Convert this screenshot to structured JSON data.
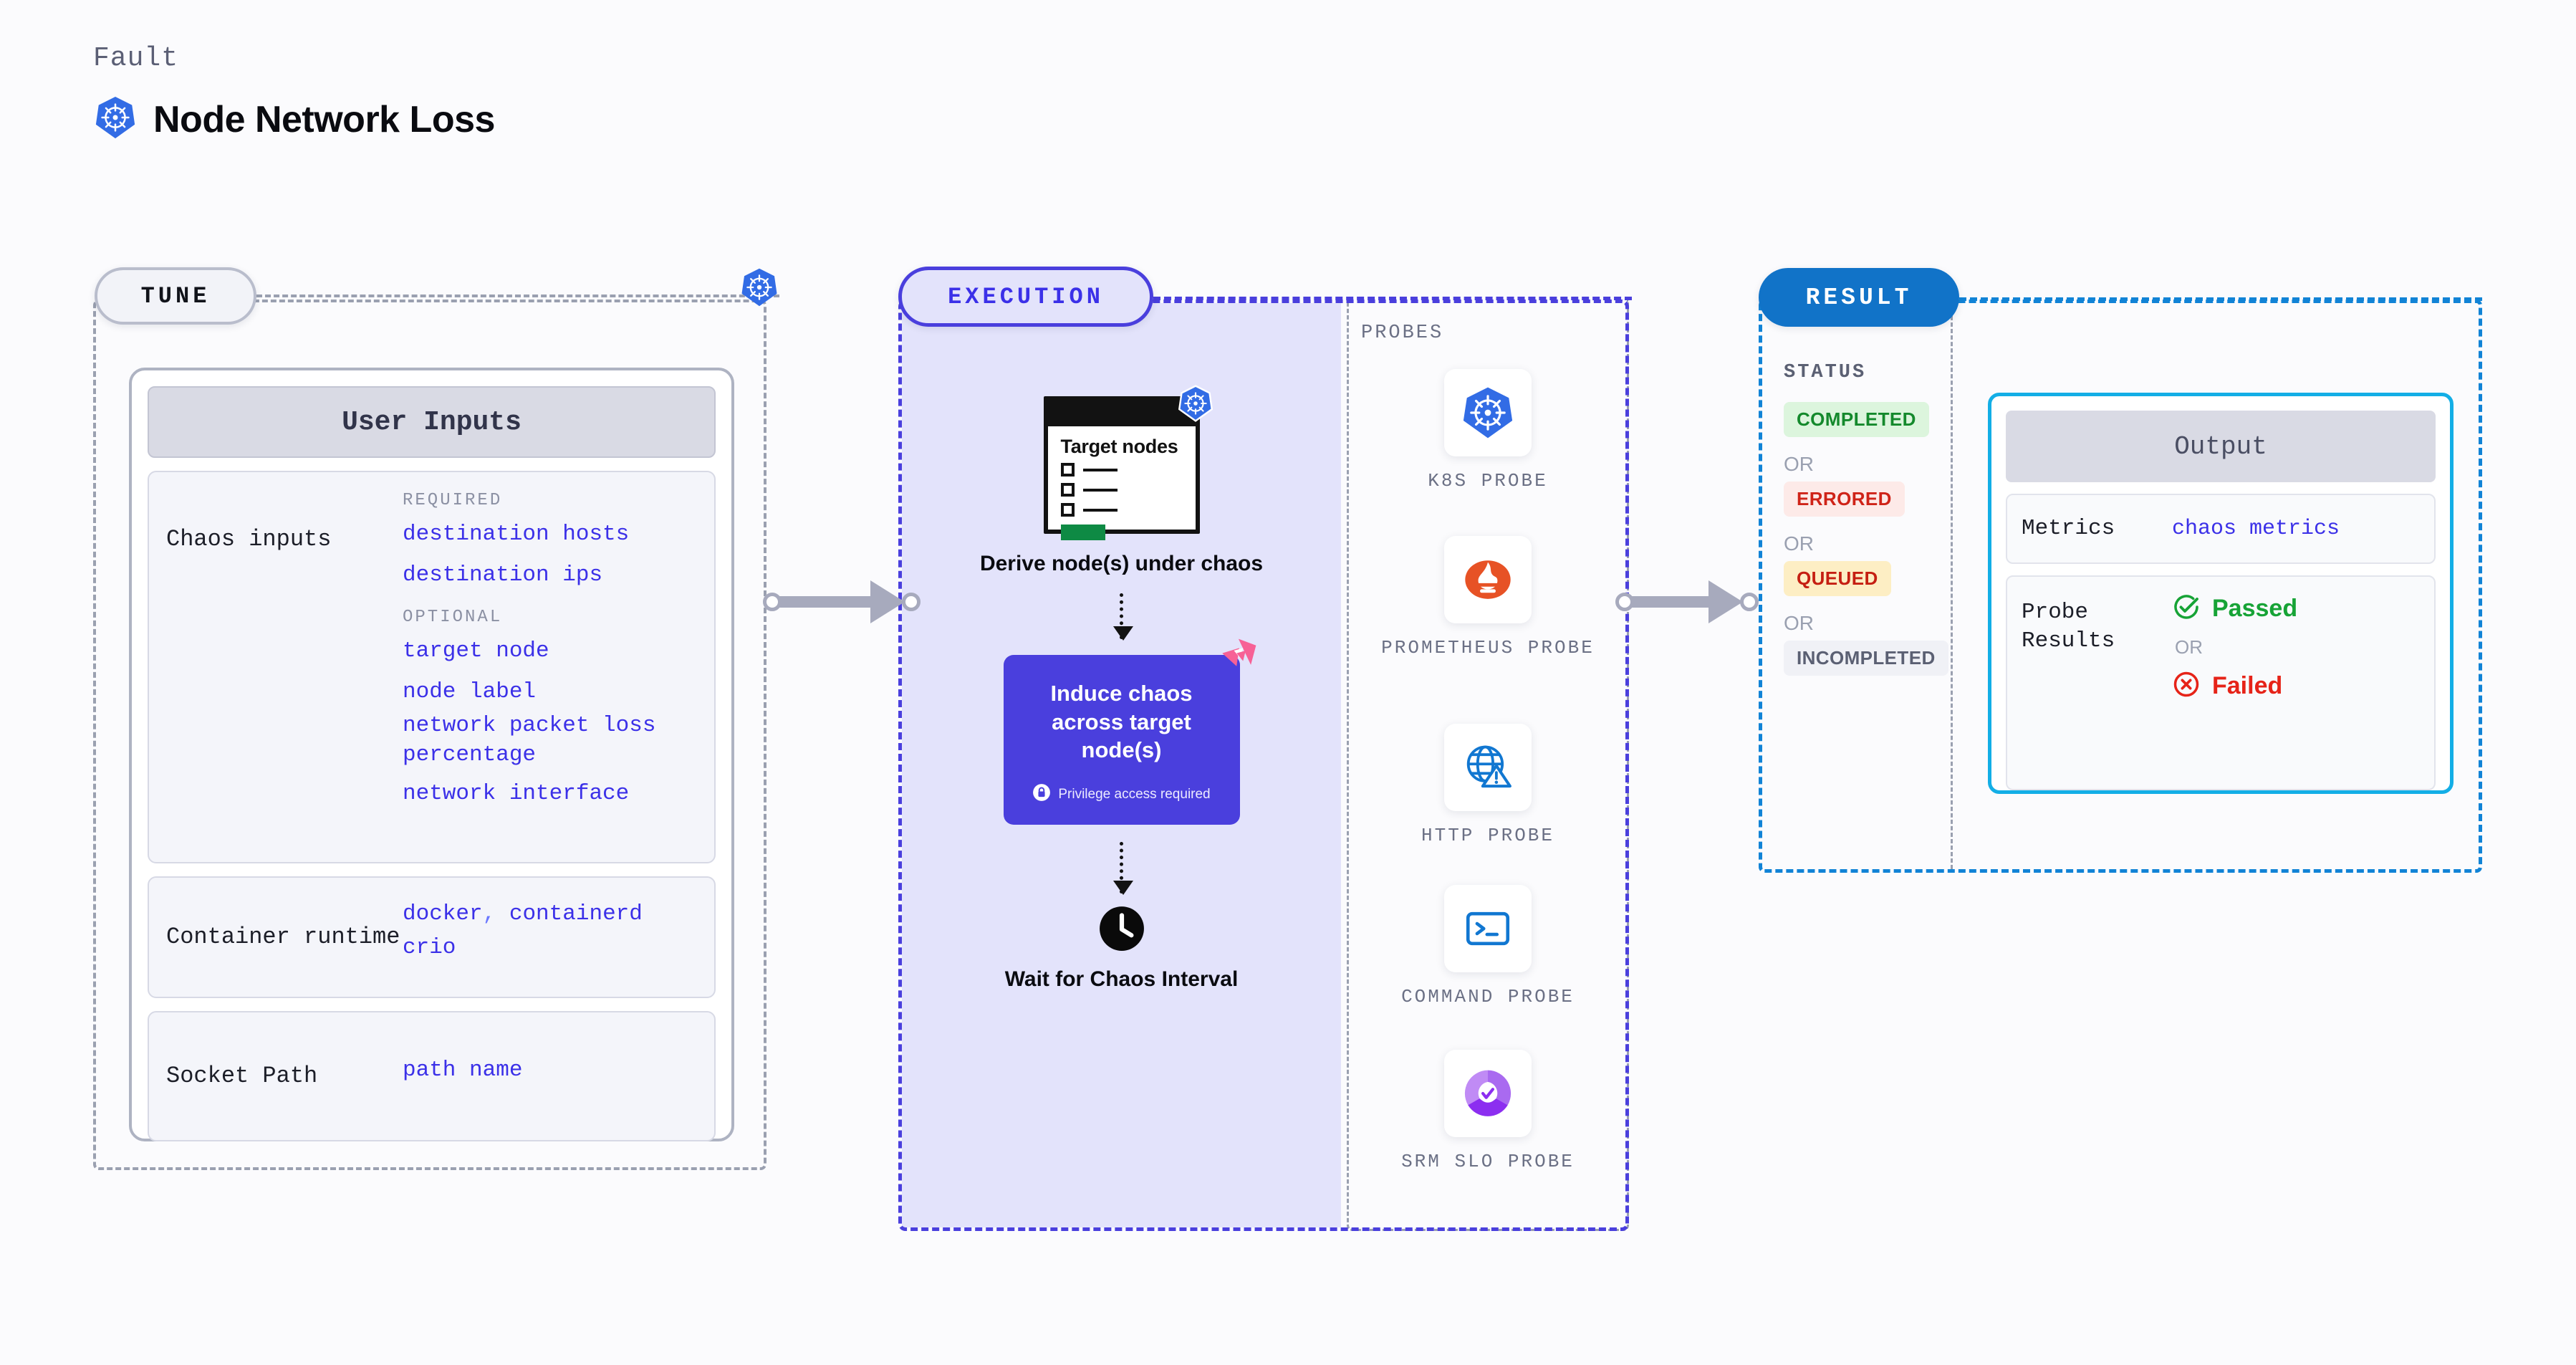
{
  "header": {
    "fault_label": "Fault",
    "title": "Node Network Loss",
    "icon": "kubernetes-icon"
  },
  "tune": {
    "pill_label": "TUNE",
    "badge_icon": "kubernetes-icon",
    "card_title": "User Inputs",
    "sections": [
      {
        "key": "Chaos inputs",
        "groups": [
          {
            "label": "REQUIRED",
            "values": [
              "destination hosts",
              "destination ips"
            ]
          },
          {
            "label": "OPTIONAL",
            "values": [
              "target node",
              "node label",
              "network packet loss percentage",
              "network interface"
            ]
          }
        ]
      },
      {
        "key": "Container runtime",
        "values": [
          "docker",
          "containerd",
          "crio"
        ],
        "separator": ","
      },
      {
        "key": "Socket Path",
        "values": [
          "path name"
        ]
      }
    ]
  },
  "execution": {
    "pill_label": "EXECUTION",
    "steps": [
      {
        "doc_title": "Target nodes",
        "badge_icon": "kubernetes-icon",
        "caption": "Derive node(s) under chaos"
      },
      {
        "title": "Induce chaos across target node(s)",
        "badge": "Privilege access required",
        "badge_icon": "lock-icon",
        "corner_icon": "litmus-logo-icon"
      },
      {
        "icon": "clock-icon",
        "caption": "Wait for Chaos Interval"
      }
    ],
    "probes_label": "PROBES",
    "probes": [
      {
        "name": "K8S PROBE",
        "icon": "kubernetes-icon"
      },
      {
        "name": "PROMETHEUS PROBE",
        "icon": "prometheus-icon"
      },
      {
        "name": "HTTP PROBE",
        "icon": "globe-warning-icon"
      },
      {
        "name": "COMMAND PROBE",
        "icon": "terminal-icon"
      },
      {
        "name": "SRM SLO PROBE",
        "icon": "srm-slo-donut-icon"
      }
    ]
  },
  "result": {
    "pill_label": "RESULT",
    "status_label": "STATUS",
    "or_label": "OR",
    "statuses": [
      {
        "label": "COMPLETED",
        "color": "#14892c",
        "bg": "#dcf5dd"
      },
      {
        "label": "ERRORED",
        "color": "#cf2318",
        "bg": "#fdeae8"
      },
      {
        "label": "QUEUED",
        "color": "#c51f12",
        "bg": "#fdeec4"
      },
      {
        "label": "INCOMPLETED",
        "color": "#5b6073",
        "bg": "#f0f1f6"
      }
    ],
    "output": {
      "title": "Output",
      "metrics_key": "Metrics",
      "metrics_value": "chaos metrics",
      "probe_key": "Probe Results",
      "passed_label": "Passed",
      "failed_label": "Failed",
      "or_label": "OR",
      "passed_icon": "check-circle-icon",
      "failed_icon": "x-circle-icon",
      "passed_color": "#17a336",
      "failed_color": "#e62318"
    }
  },
  "colors": {
    "accent_purple": "#4a3fdd",
    "accent_blue": "#1183d6",
    "k8s_blue": "#326ce5",
    "litmus_pink": "#f76196"
  }
}
